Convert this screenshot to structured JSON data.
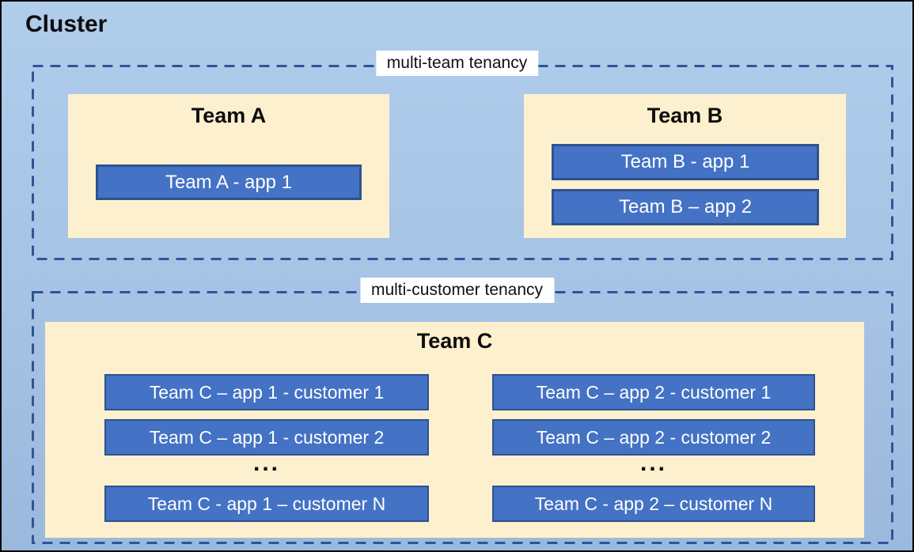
{
  "cluster": {
    "title": "Cluster",
    "sections": [
      {
        "label": "multi-team tenancy",
        "teams": [
          {
            "name": "Team A",
            "apps": [
              "Team A - app 1"
            ]
          },
          {
            "name": "Team B",
            "apps": [
              "Team B - app 1",
              "Team B – app 2"
            ]
          }
        ]
      },
      {
        "label": "multi-customer tenancy",
        "teams": [
          {
            "name": "Team C",
            "columns": [
              {
                "apps": [
                  "Team C – app 1 - customer 1",
                  "Team C – app 1 - customer 2"
                ],
                "ellipsis": "...",
                "last_app": "Team C - app 1 – customer N"
              },
              {
                "apps": [
                  "Team C – app 2 - customer 1",
                  "Team C – app 2 - customer 2"
                ],
                "ellipsis": "...",
                "last_app": "Team C - app 2 – customer N"
              }
            ]
          }
        ]
      }
    ],
    "colors": {
      "background_top": "#B1CDEC",
      "background_bottom": "#9BB8DD",
      "outer_border": "#000000",
      "dashed_border": "#2F5496",
      "team_box_fill": "#FDF0CE",
      "app_box_fill": "#4472C4",
      "app_box_border": "#2F528F",
      "app_text": "#FFFFFF",
      "heading_text": "#0D0D0D",
      "zone_label_bg": "#FFFFFF"
    }
  }
}
